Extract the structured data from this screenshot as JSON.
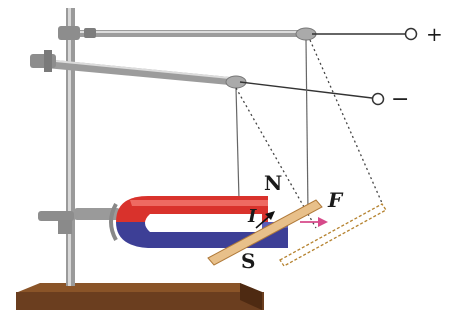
{
  "terminals": {
    "positive": "+",
    "negative": "−"
  },
  "labels": {
    "north_pole": "N",
    "south_pole": "S",
    "current": "I",
    "force": "F"
  },
  "colors": {
    "background": "#ffffff",
    "magnet_north": "#d9322c",
    "magnet_south": "#3d3f96",
    "rod": "#e8c08a",
    "stand_base": "#6b3e1f",
    "force_arrow": "#d64a8a"
  }
}
